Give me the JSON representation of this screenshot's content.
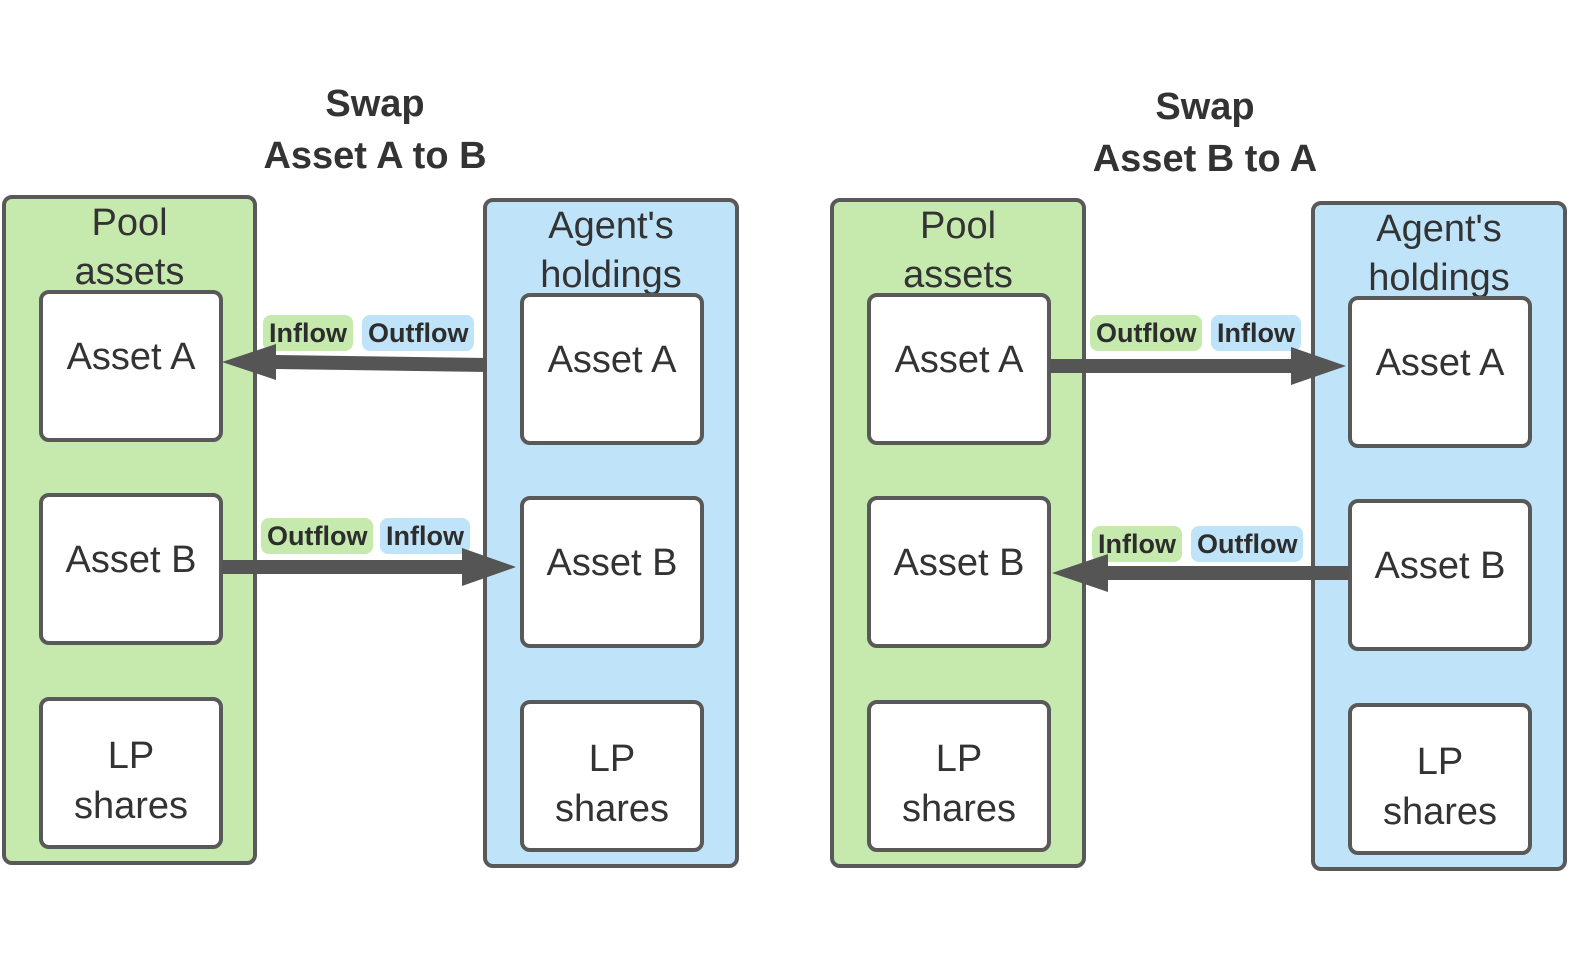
{
  "colors": {
    "pool_bg": "#c6e9ad",
    "agent_bg": "#bfe3f8",
    "border": "#595959",
    "arrow": "#555555",
    "text": "#333333"
  },
  "left": {
    "title_line1": "Swap",
    "title_line2": "Asset A to B",
    "pool_label_line1": "Pool",
    "pool_label_line2": "assets",
    "agent_label_line1": "Agent's",
    "agent_label_line2": "holdings",
    "pool_asset_a": "Asset A",
    "pool_asset_b": "Asset B",
    "pool_lp_line1": "LP",
    "pool_lp_line2": "shares",
    "agent_asset_a": "Asset A",
    "agent_asset_b": "Asset B",
    "agent_lp_line1": "LP",
    "agent_lp_line2": "shares",
    "flow_a": {
      "pool_side": "Inflow",
      "agent_side": "Outflow",
      "direction": "agent-to-pool"
    },
    "flow_b": {
      "pool_side": "Outflow",
      "agent_side": "Inflow",
      "direction": "pool-to-agent"
    }
  },
  "right": {
    "title_line1": "Swap",
    "title_line2": "Asset B to A",
    "pool_label_line1": "Pool",
    "pool_label_line2": "assets",
    "agent_label_line1": "Agent's",
    "agent_label_line2": "holdings",
    "pool_asset_a": "Asset A",
    "pool_asset_b": "Asset B",
    "pool_lp_line1": "LP",
    "pool_lp_line2": "shares",
    "agent_asset_a": "Asset A",
    "agent_asset_b": "Asset B",
    "agent_lp_line1": "LP",
    "agent_lp_line2": "shares",
    "flow_a": {
      "pool_side": "Outflow",
      "agent_side": "Inflow",
      "direction": "pool-to-agent"
    },
    "flow_b": {
      "pool_side": "Inflow",
      "agent_side": "Outflow",
      "direction": "agent-to-pool"
    }
  }
}
